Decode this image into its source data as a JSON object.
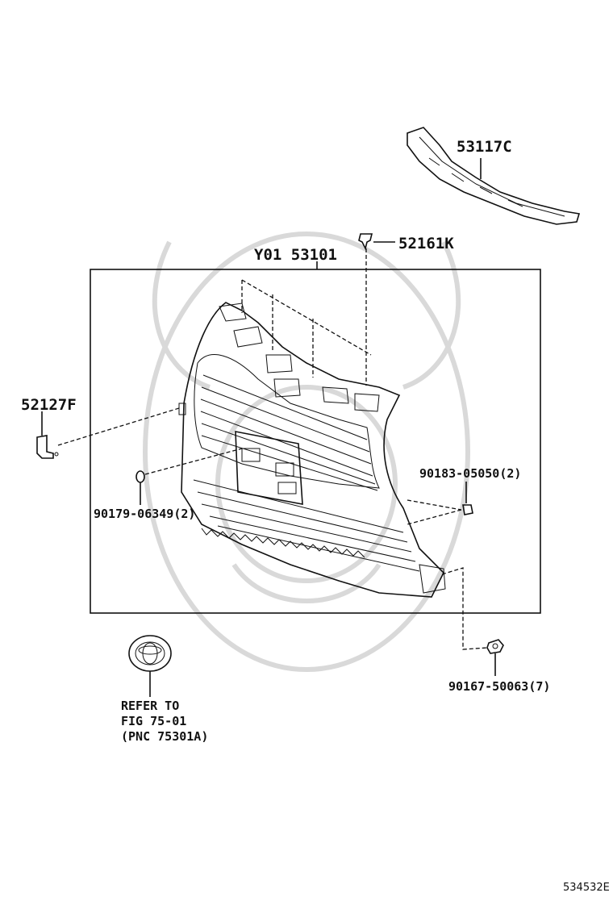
{
  "callouts": {
    "bracket": "53117C",
    "clip_top": "52161K",
    "grille_assembly": "Y01 53101",
    "side_retainer": "52127F",
    "nut_right": "90183-05050(2)",
    "clip_left": "90179-06349(2)",
    "screw_bottom": "90167-50063(7)"
  },
  "reference": {
    "line1": "REFER TO",
    "line2": "FIG 75-01",
    "line3": "(PNC 75301A)"
  },
  "figure_id": "534532E"
}
